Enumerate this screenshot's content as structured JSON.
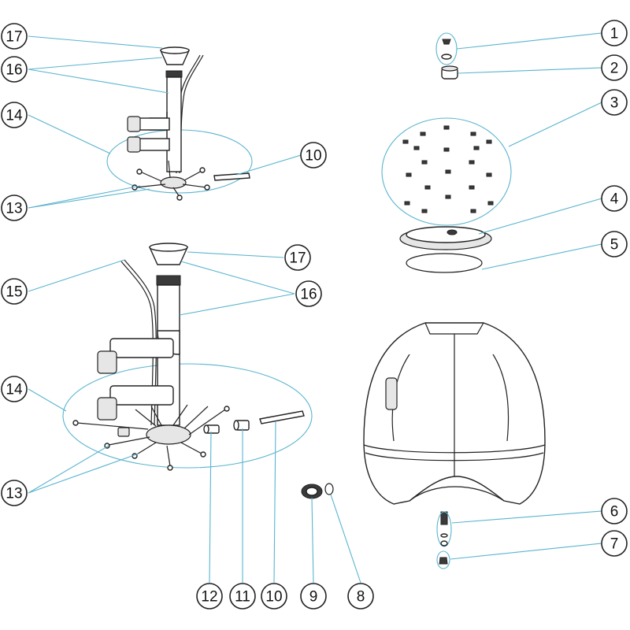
{
  "callouts": {
    "c1": "1",
    "c2": "2",
    "c3": "3",
    "c4": "4",
    "c5": "5",
    "c6": "6",
    "c7": "7",
    "c8": "8",
    "c9": "9",
    "c10_top": "10",
    "c10_bottom": "10",
    "c11": "11",
    "c12": "12",
    "c13_top": "13",
    "c13_bottom": "13",
    "c14_top": "14",
    "c14_bottom": "14",
    "c15": "15",
    "c16_top": "16",
    "c16_bottom": "16",
    "c17_top": "17",
    "c17_bottom": "17"
  },
  "colors": {
    "leader": "#5ab4cf",
    "outline": "#222222"
  }
}
